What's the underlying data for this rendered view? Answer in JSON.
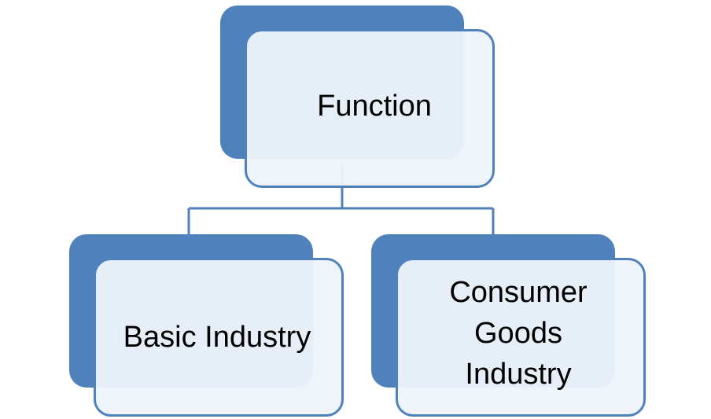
{
  "diagram": {
    "root": {
      "label": "Function"
    },
    "children": [
      {
        "label": "Basic Industry"
      },
      {
        "label": "Consumer\nGoods\nIndustry"
      }
    ]
  },
  "colors": {
    "accent": "#4f81bd",
    "box_fill": "#eef3fa",
    "text": "#000000"
  }
}
